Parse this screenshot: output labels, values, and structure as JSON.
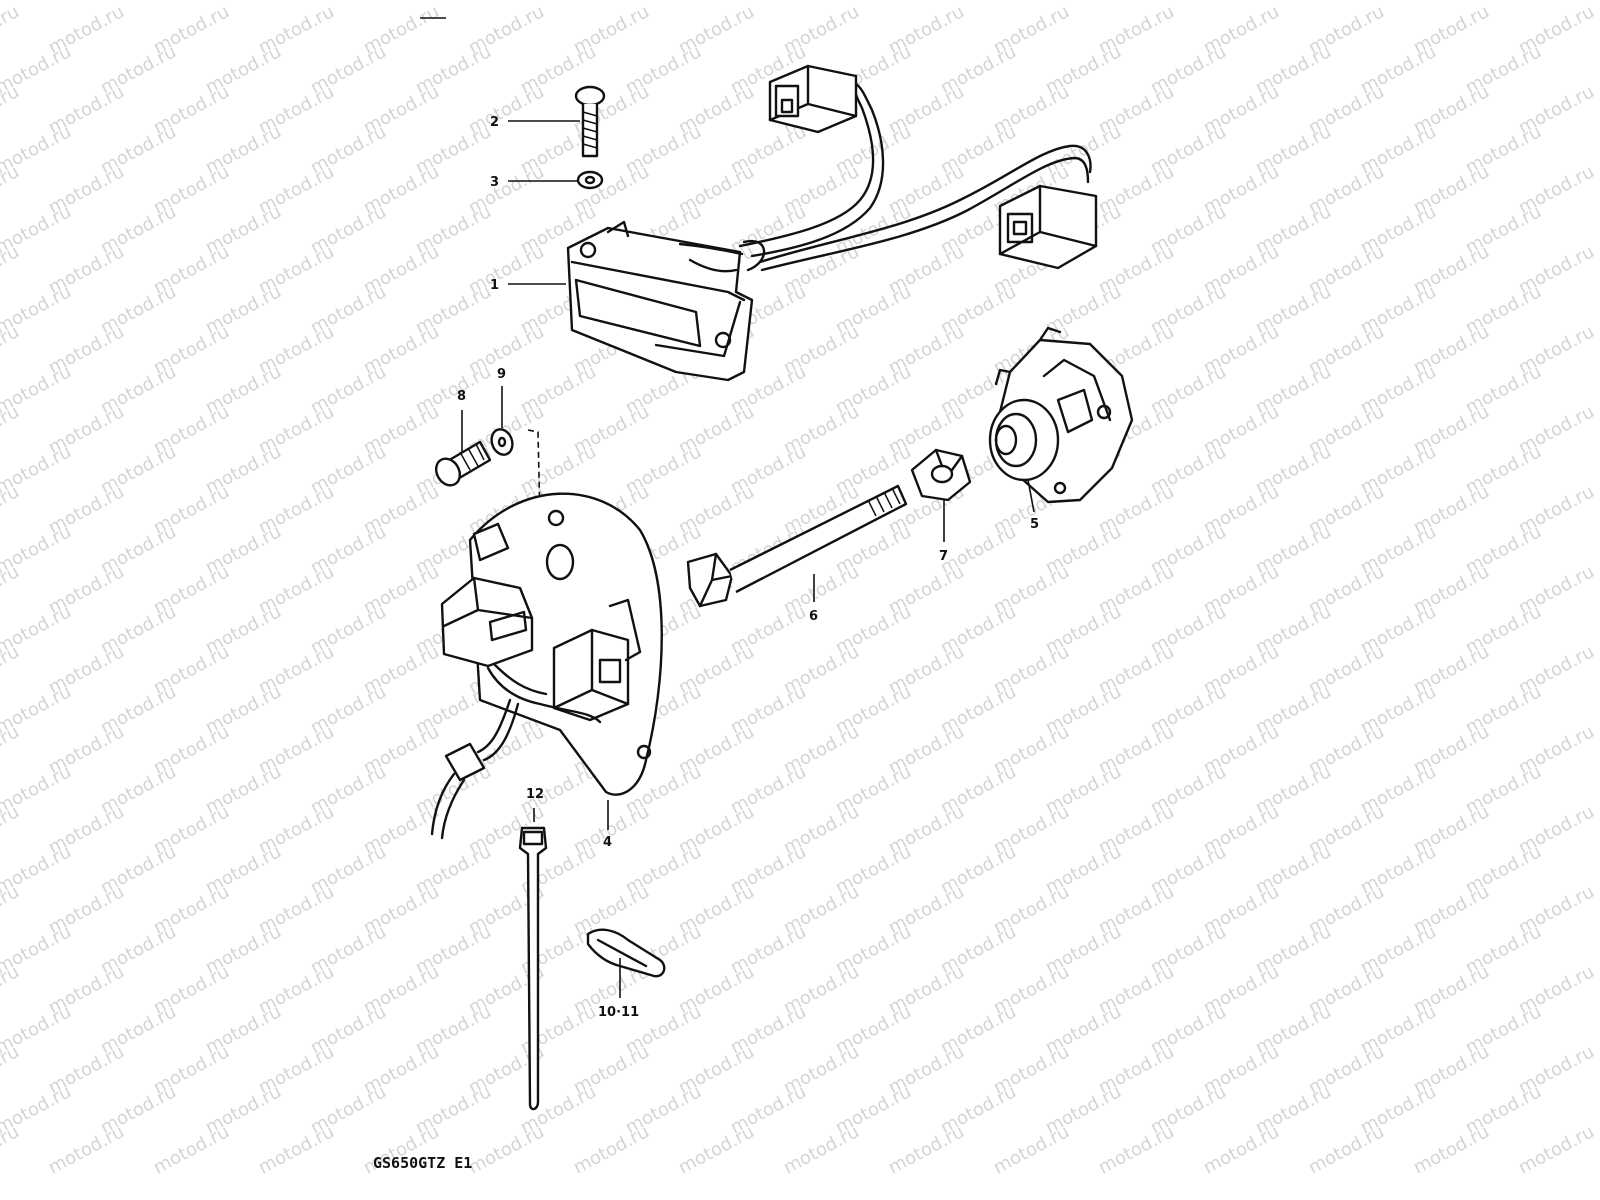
{
  "watermark": {
    "text": "motod.ru",
    "color": "#d4d4d4"
  },
  "diagram": {
    "model_code": "GS650GTZ  E1",
    "parts": [
      {
        "id": "part-1",
        "label": "1",
        "icon": "regulator-rectifier-icon"
      },
      {
        "id": "part-2",
        "label": "2",
        "icon": "screw-icon"
      },
      {
        "id": "part-3",
        "label": "3",
        "icon": "washer-icon"
      },
      {
        "id": "part-4",
        "label": "4",
        "icon": "brush-holder-plate-icon"
      },
      {
        "id": "part-5",
        "label": "5",
        "icon": "alternator-brush-assembly-icon"
      },
      {
        "id": "part-6",
        "label": "6",
        "icon": "bolt-icon"
      },
      {
        "id": "part-7",
        "label": "7",
        "icon": "nut-icon"
      },
      {
        "id": "part-8",
        "label": "8",
        "icon": "screw-icon"
      },
      {
        "id": "part-9",
        "label": "9",
        "icon": "washer-icon"
      },
      {
        "id": "part-10-11",
        "label": "10·11",
        "icon": "clamp-icon"
      },
      {
        "id": "part-12",
        "label": "12",
        "icon": "cable-tie-icon"
      }
    ]
  }
}
